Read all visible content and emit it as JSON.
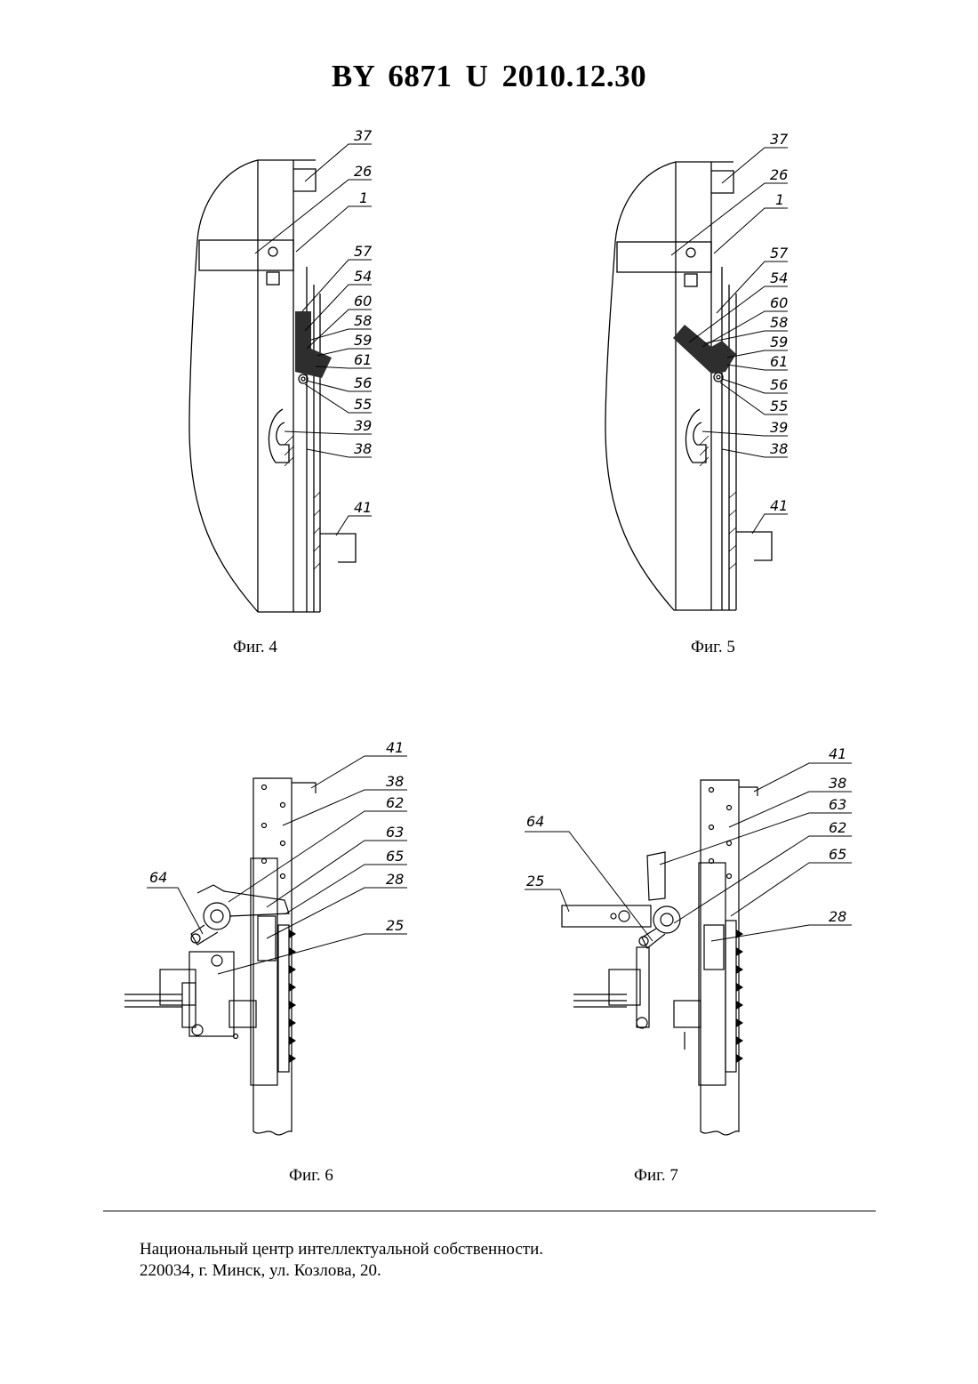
{
  "header": {
    "title": "BY  6871  U  2010.12.30"
  },
  "figures": [
    {
      "id": "fig4",
      "caption": "Фиг. 4",
      "callouts": [
        "37",
        "26",
        "1",
        "57",
        "54",
        "60",
        "58",
        "59",
        "61",
        "56",
        "55",
        "39",
        "38",
        "41"
      ]
    },
    {
      "id": "fig5",
      "caption": "Фиг. 5",
      "callouts": [
        "37",
        "26",
        "1",
        "57",
        "54",
        "60",
        "58",
        "59",
        "61",
        "56",
        "55",
        "39",
        "38",
        "41"
      ]
    },
    {
      "id": "fig6",
      "caption": "Фиг. 6",
      "callouts": [
        "41",
        "38",
        "62",
        "63",
        "65",
        "28",
        "25",
        "64"
      ]
    },
    {
      "id": "fig7",
      "caption": "Фиг. 7",
      "callouts": [
        "41",
        "38",
        "63",
        "62",
        "65",
        "28",
        "64",
        "25"
      ]
    }
  ],
  "footer": {
    "line1": "Национальный центр интеллектуальной собственности.",
    "line2": "220034, г. Минск, ул. Козлова, 20."
  }
}
